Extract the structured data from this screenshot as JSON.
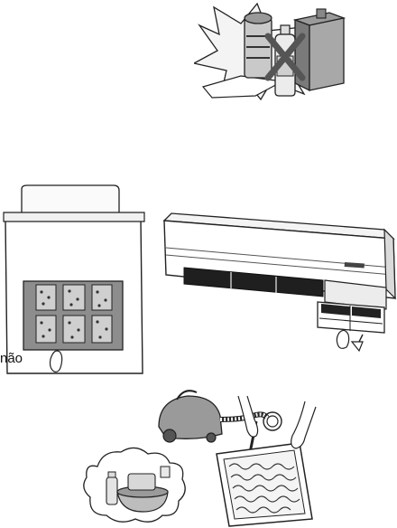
{
  "caption_fragment": "não",
  "illustrations": [
    {
      "id": "chemicals-prohibited",
      "icons": [
        "gas-cylinder-icon",
        "spray-bottle-icon",
        "canister-icon",
        "cross-icon",
        "starburst-icon"
      ]
    },
    {
      "id": "filter-removal-tray",
      "icons": [
        "filter-tray-icon",
        "hand-icon"
      ]
    },
    {
      "id": "indoor-unit-filter-pull",
      "icons": [
        "air-conditioner-unit-icon",
        "filter-icon",
        "hand-icon",
        "arrow-down-icon"
      ]
    },
    {
      "id": "filter-cleaning",
      "icons": [
        "vacuum-cleaner-icon",
        "filter-icon",
        "hands-icon",
        "soap-bucket-icon"
      ]
    }
  ],
  "colors": {
    "stroke": "#222222",
    "fill_light": "#f2f2f2",
    "fill_mid": "#d0d0d0",
    "fill_dark": "#555555",
    "background": "#ffffff"
  }
}
